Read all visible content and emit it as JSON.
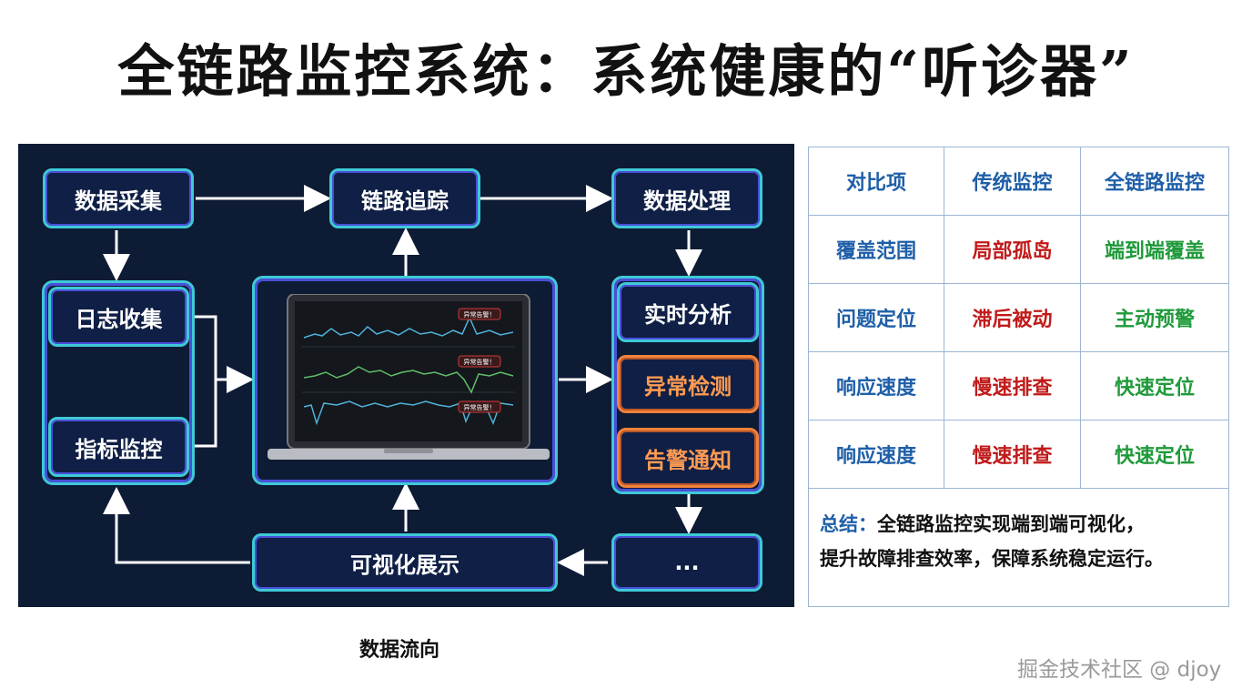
{
  "title": "全链路监控系统：系统健康的“听诊器”",
  "diagram": {
    "nodes": {
      "collect": "数据采集",
      "trace": "链路追踪",
      "process": "数据处理",
      "logs": "日志收集",
      "metrics": "指标监控",
      "realtime": "实时分析",
      "anomaly": "异常检测",
      "alert": "告警通知",
      "ellipsis": "...",
      "visual": "可视化展示"
    },
    "screen_alert": "异常告警！",
    "caption": "数据流向"
  },
  "table": {
    "header": [
      "对比项",
      "传统监控",
      "全链路监控"
    ],
    "rows": [
      [
        "覆盖范围",
        "局部孤岛",
        "端到端覆盖"
      ],
      [
        "问题定位",
        "滞后被动",
        "主动预警"
      ],
      [
        "响应速度",
        "慢速排查",
        "快速定位"
      ],
      [
        "响应速度",
        "慢速排查",
        "快速定位"
      ]
    ],
    "summary_label": "总结：",
    "summary_line1": "全链路监控实现端到端可视化，",
    "summary_line2": "提升故障排查效率，保障系统稳定运行。"
  },
  "watermark": "掘金技术社区 @ djoy",
  "colors": {
    "bg": "#0d1b35",
    "node_border": "#3ec9d6",
    "node_inner": "#4b4fd8",
    "alert": "#f2823a",
    "arrow": "#ffffff"
  }
}
